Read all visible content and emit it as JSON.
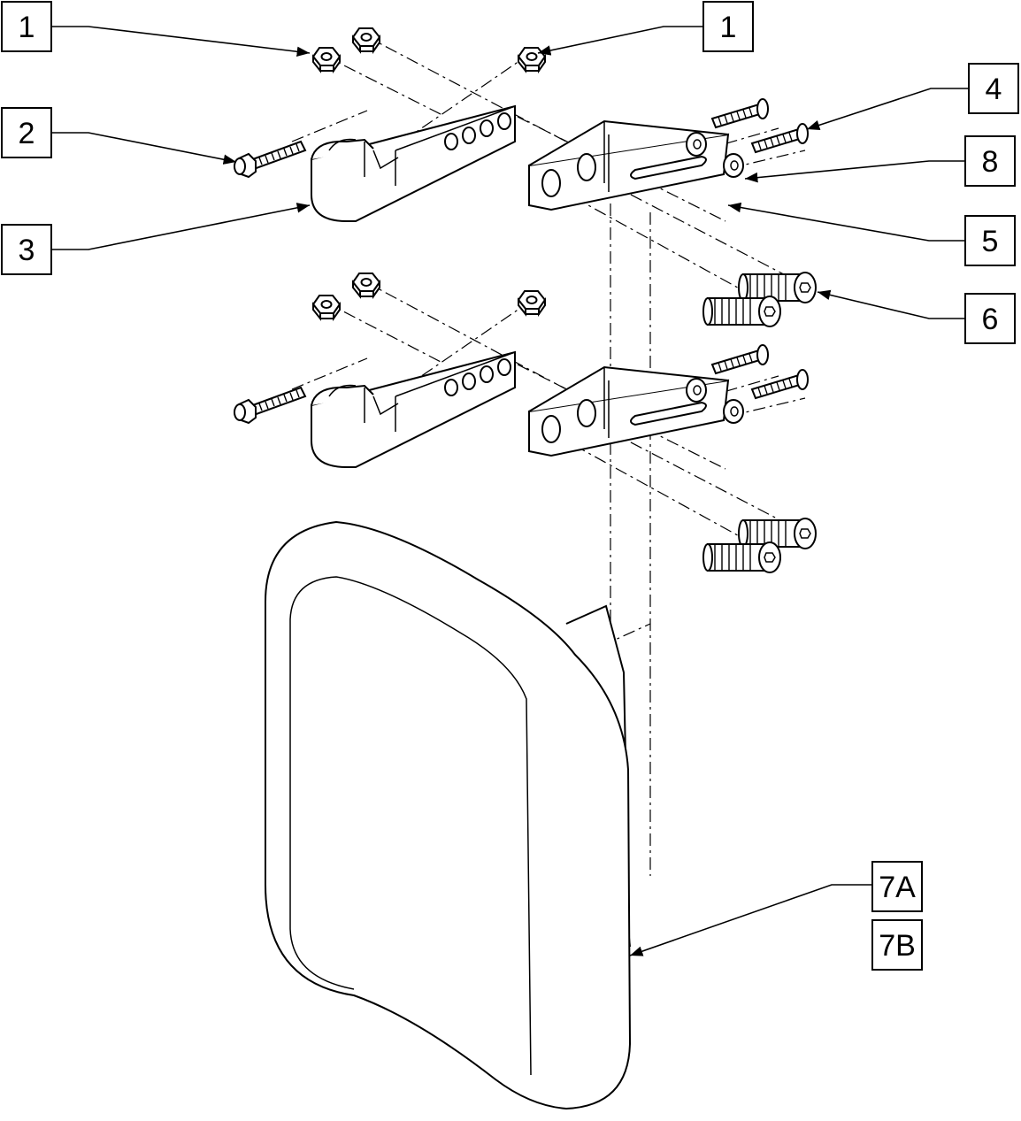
{
  "callouts": [
    {
      "id": "c1a",
      "label": "1"
    },
    {
      "id": "c1b",
      "label": "1"
    },
    {
      "id": "c2",
      "label": "2"
    },
    {
      "id": "c3",
      "label": "3"
    },
    {
      "id": "c4",
      "label": "4"
    },
    {
      "id": "c5",
      "label": "5"
    },
    {
      "id": "c6",
      "label": "6"
    },
    {
      "id": "c7a",
      "label": "7A"
    },
    {
      "id": "c7b",
      "label": "7B"
    },
    {
      "id": "c8",
      "label": "8"
    }
  ]
}
